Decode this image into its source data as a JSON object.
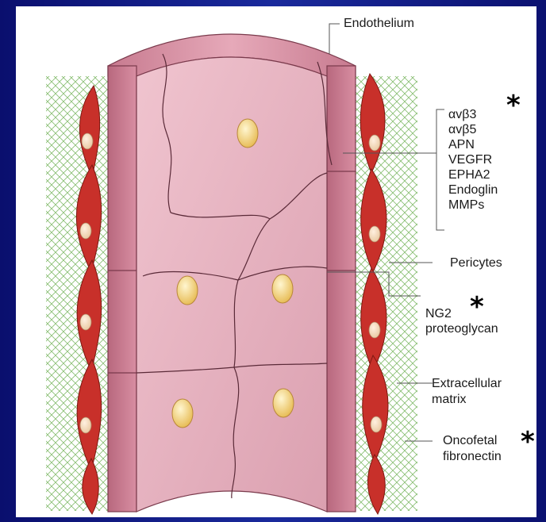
{
  "labels": {
    "endothelium": "Endothelium",
    "receptors": [
      "αvβ3",
      "αvβ5",
      "APN",
      "VEGFR",
      "EPHA2",
      "Endoglin",
      "MMPs"
    ],
    "pericytes": "Pericytes",
    "ng2_line1": "NG2",
    "ng2_line2": "proteoglycan",
    "ecm_line1": "Extracellular",
    "ecm_line2": "matrix",
    "fibronectin_line1": "Oncofetal",
    "fibronectin_line2": "fibronectin"
  },
  "markers": {
    "asterisk": "*"
  },
  "colors": {
    "background": "#1a2a9c",
    "panel": "#ffffff",
    "vessel_wall": "#d98ea3",
    "cell": "#e8b8c4",
    "nucleus": "#f4d27a",
    "pericyte": "#c8302a",
    "matrix": "#7fb86a"
  }
}
